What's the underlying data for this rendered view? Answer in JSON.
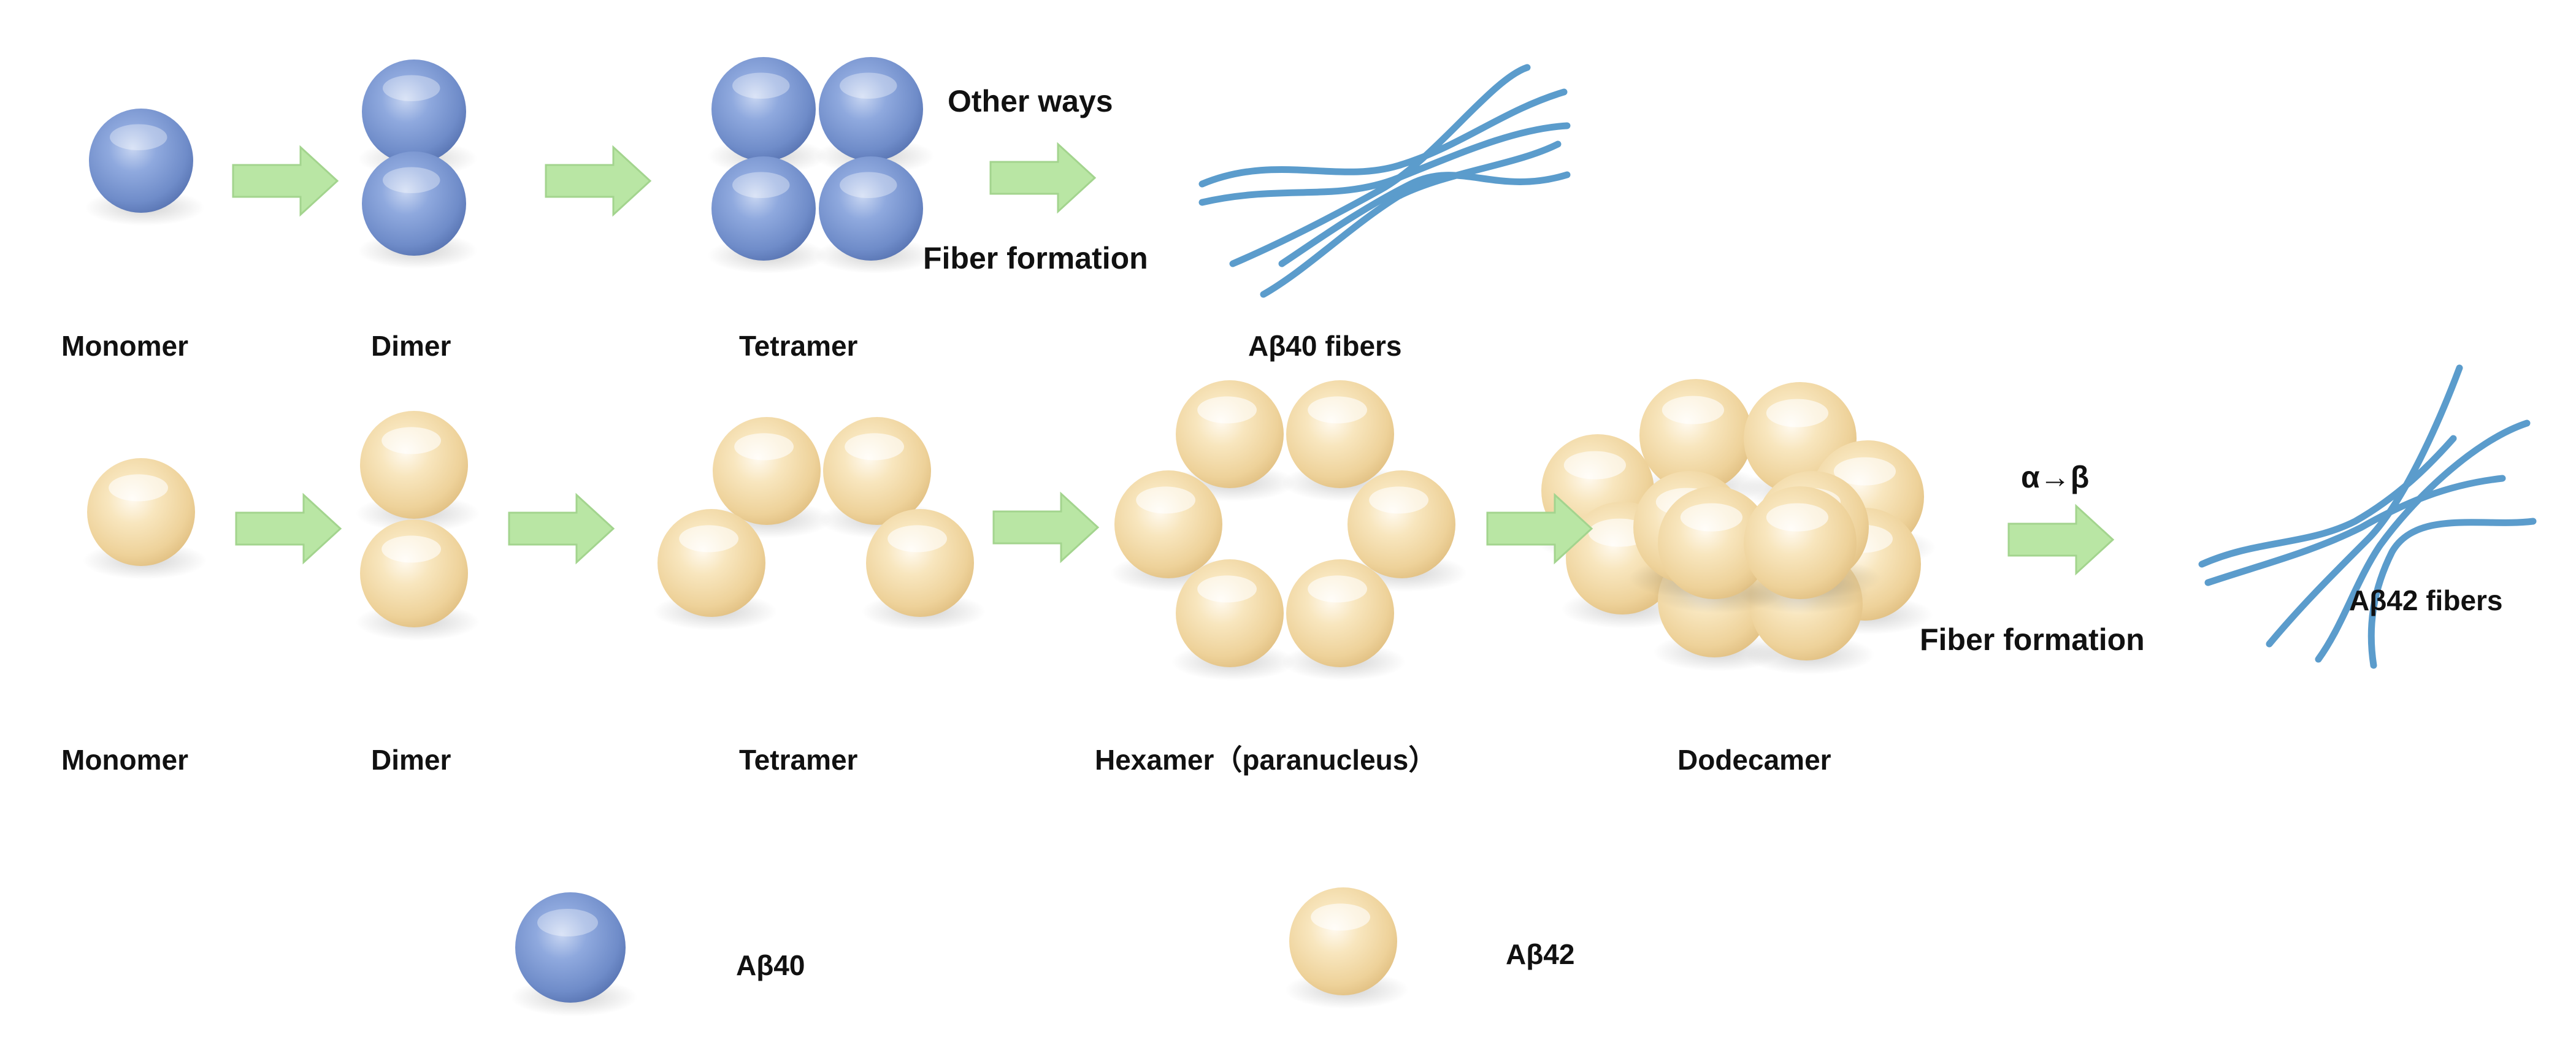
{
  "colors": {
    "ab40_sphere": "#7f9bd6",
    "ab42_sphere": "#f3dca6",
    "arrow": "#b9e6a4",
    "fiber": "#5b9ccc",
    "text": "#111111"
  },
  "icons": {
    "arrow": "right-arrow-icon",
    "fiber": "fiber-bundle-icon"
  },
  "row_ab40": {
    "labels": {
      "monomer": "Monomer",
      "dimer": "Dimer",
      "tetramer": "Tetramer",
      "fibers": "Aβ40 fibers"
    },
    "other_ways": "Other ways",
    "fiber_formation": "Fiber formation"
  },
  "row_ab42": {
    "labels": {
      "monomer": "Monomer",
      "dimer": "Dimer",
      "tetramer": "Tetramer",
      "hexamer": "Hexamer（paranucleus）",
      "dodecamer": "Dodecamer",
      "fibers": "Aβ42 fibers"
    },
    "transition": "α→β",
    "fiber_formation": "Fiber formation"
  },
  "legend": {
    "ab40": "Aβ40",
    "ab42": "Aβ42"
  }
}
